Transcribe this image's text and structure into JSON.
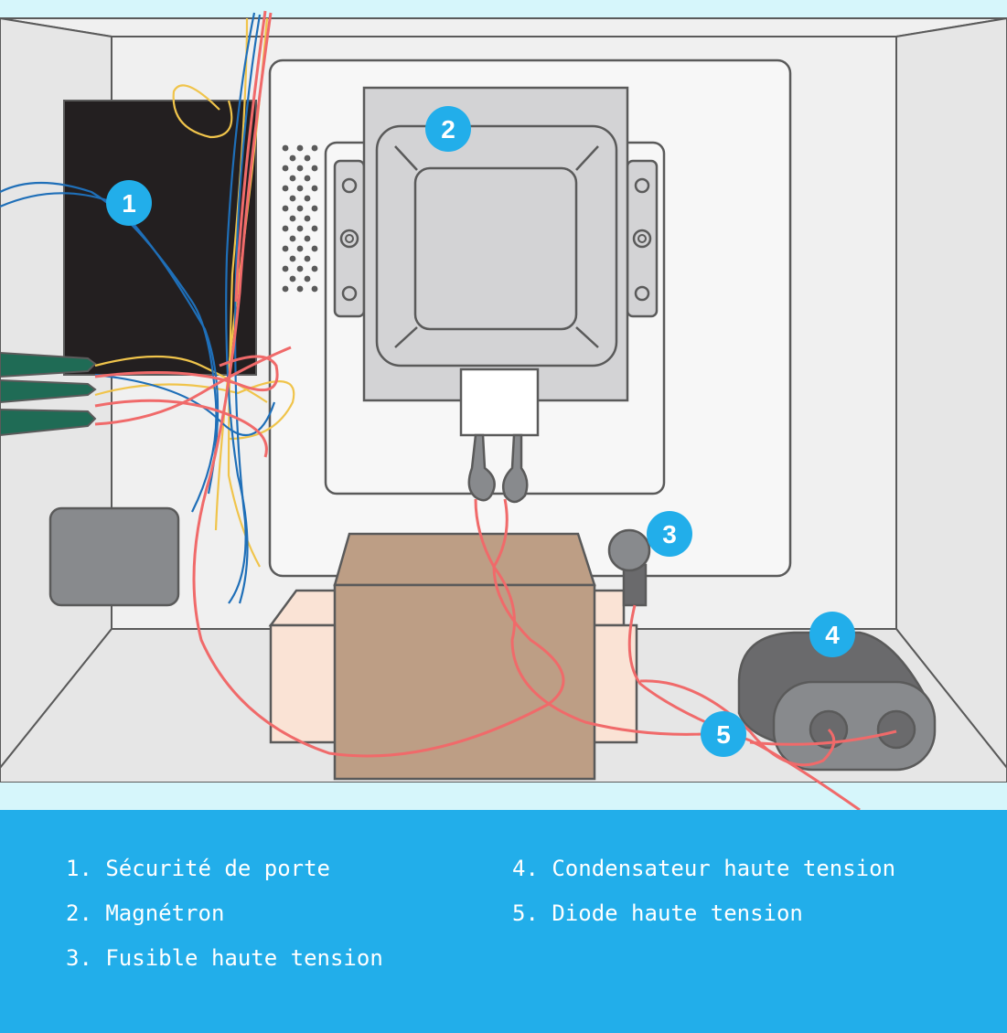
{
  "markers": [
    "1",
    "2",
    "3",
    "4",
    "5"
  ],
  "legend": {
    "left": [
      "1. Sécurité de porte",
      "2. Magnétron",
      "3. Fusible haute tension"
    ],
    "right": [
      "4. Condensateur haute tension",
      "5. Diode haute tension"
    ]
  },
  "colors": {
    "sky": "#d6f6fb",
    "wall": "#e6e6e6",
    "back_panel": "#f7f7f7",
    "outline": "#5a5a5a",
    "safety_box": "#231f20",
    "magnetron": "#d3d3d5",
    "transformer_core": "#bd9e85",
    "transformer_coil": "#fae3d5",
    "capacitor": "#6a6a6c",
    "marker": "#22aeea",
    "wire_red": "#f06a6a",
    "wire_blue": "#1f6fb8",
    "wire_yellow": "#f0c44b",
    "connector_green": "#1f6b55",
    "legend_bg": "#22aeea"
  }
}
